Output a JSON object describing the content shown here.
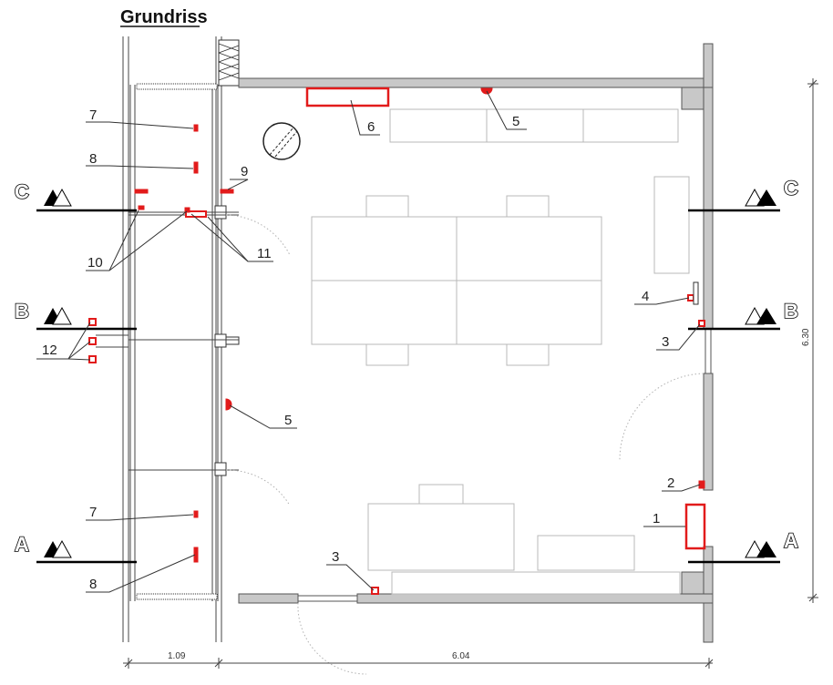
{
  "title": "Grundriss",
  "sections": {
    "a": "A",
    "b": "B",
    "c": "C"
  },
  "dimensions": {
    "width_left": "1.09",
    "width_main": "6.04",
    "height_right": "6.30"
  },
  "markers": {
    "m1": "1",
    "m2": "2",
    "m3a": "3",
    "m3b": "3",
    "m4": "4",
    "m5a": "5",
    "m5b": "5",
    "m6": "6",
    "m7a": "7",
    "m7b": "7",
    "m8a": "8",
    "m8b": "8",
    "m9": "9",
    "m10": "10",
    "m11": "11",
    "m12": "12"
  },
  "colors": {
    "highlight": "#e21b1b",
    "wall": "#c8c8c8",
    "furniture": "#b8b8b8"
  }
}
